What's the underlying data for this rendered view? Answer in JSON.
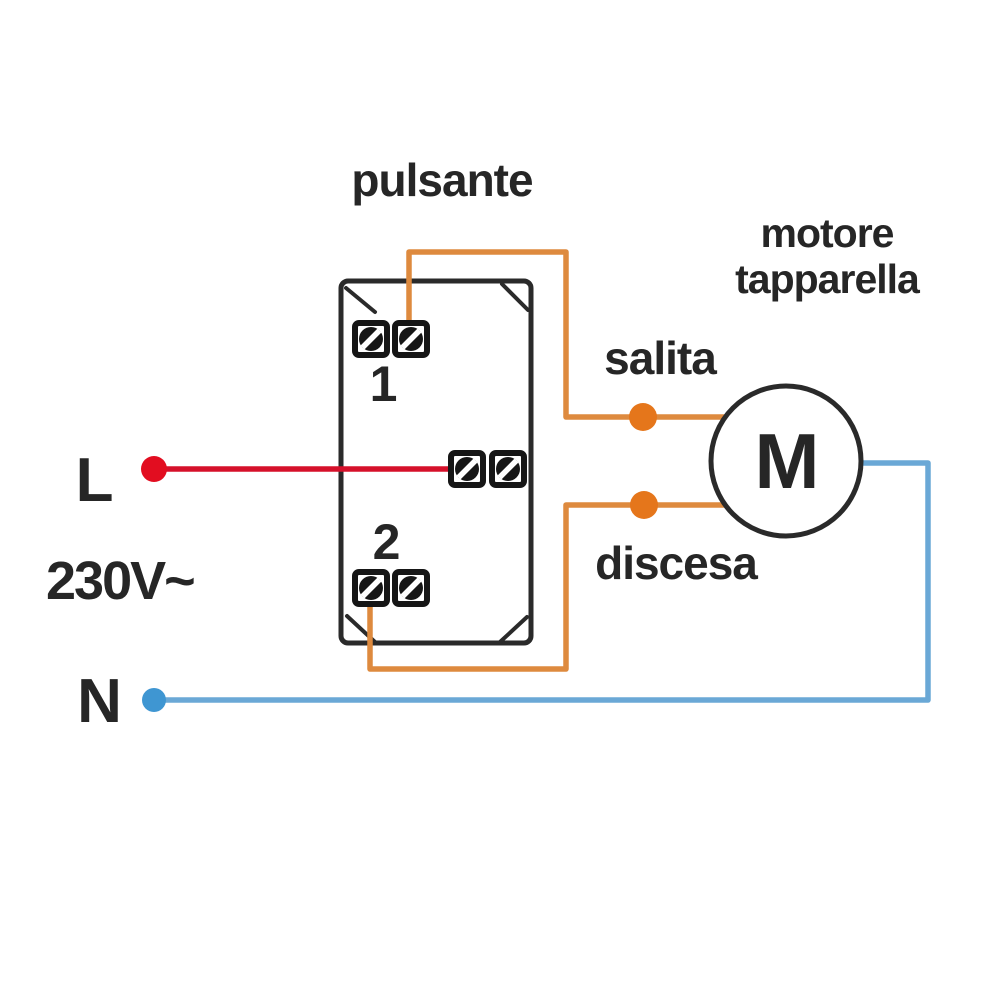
{
  "diagram": {
    "switch": {
      "title": "pulsante",
      "terminal_top_label": "1",
      "terminal_bottom_label": "2"
    },
    "motor": {
      "title_line1": "motore",
      "title_line2": "tapparella",
      "symbol": "M"
    },
    "wire_labels": {
      "up": "salita",
      "down": "discesa"
    },
    "supply": {
      "line": "L",
      "voltage": "230V~",
      "neutral": "N"
    },
    "colors": {
      "live_wire": "#d5102a",
      "live_node": "#e20d20",
      "neutral_wire": "#6aa8d6",
      "neutral_node": "#3f96d2",
      "signal_wire": "#de8a3e",
      "signal_node": "#e5761b",
      "outline": "#2a2a2a"
    }
  }
}
